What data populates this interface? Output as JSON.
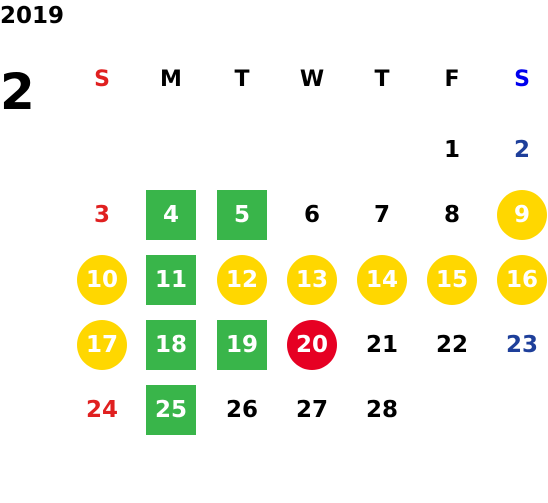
{
  "calendar": {
    "year": "2019",
    "month": "2",
    "weekdays": [
      "S",
      "M",
      "T",
      "W",
      "T",
      "F",
      "S"
    ],
    "weeks": [
      [
        {
          "day": "",
          "style": "empty"
        },
        {
          "day": "",
          "style": "empty"
        },
        {
          "day": "",
          "style": "empty"
        },
        {
          "day": "",
          "style": "empty"
        },
        {
          "day": "",
          "style": "empty"
        },
        {
          "day": "1",
          "style": "plain"
        },
        {
          "day": "2",
          "style": "saturday"
        }
      ],
      [
        {
          "day": "3",
          "style": "sunday"
        },
        {
          "day": "4",
          "style": "green"
        },
        {
          "day": "5",
          "style": "green"
        },
        {
          "day": "6",
          "style": "plain"
        },
        {
          "day": "7",
          "style": "plain"
        },
        {
          "day": "8",
          "style": "plain"
        },
        {
          "day": "9",
          "style": "yellow"
        }
      ],
      [
        {
          "day": "10",
          "style": "yellow"
        },
        {
          "day": "11",
          "style": "green"
        },
        {
          "day": "12",
          "style": "yellow"
        },
        {
          "day": "13",
          "style": "yellow"
        },
        {
          "day": "14",
          "style": "yellow"
        },
        {
          "day": "15",
          "style": "yellow"
        },
        {
          "day": "16",
          "style": "yellow"
        }
      ],
      [
        {
          "day": "17",
          "style": "yellow"
        },
        {
          "day": "18",
          "style": "green"
        },
        {
          "day": "19",
          "style": "green"
        },
        {
          "day": "20",
          "style": "red"
        },
        {
          "day": "21",
          "style": "plain"
        },
        {
          "day": "22",
          "style": "plain"
        },
        {
          "day": "23",
          "style": "saturday"
        }
      ],
      [
        {
          "day": "24",
          "style": "sunday"
        },
        {
          "day": "25",
          "style": "green"
        },
        {
          "day": "26",
          "style": "plain"
        },
        {
          "day": "27",
          "style": "plain"
        },
        {
          "day": "28",
          "style": "plain"
        },
        {
          "day": "",
          "style": "empty"
        },
        {
          "day": "",
          "style": "empty"
        }
      ]
    ]
  },
  "colors": {
    "sunday_text": "#e02020",
    "saturday_header_text": "#0000ee",
    "saturday_text": "#1e3f9a",
    "plain_text": "#000000",
    "green_fill": "#39b54a",
    "yellow_fill": "#ffd700",
    "red_fill": "#e60023",
    "highlight_text": "#ffffff"
  }
}
